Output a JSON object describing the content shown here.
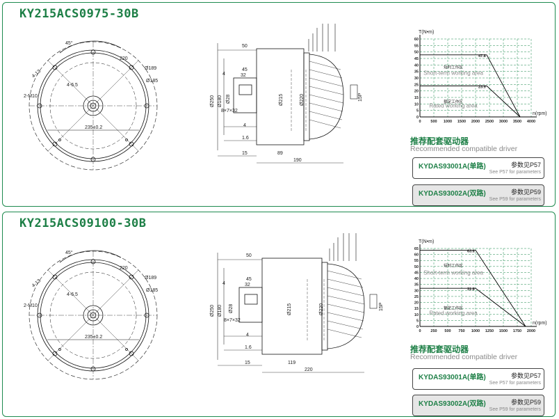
{
  "panels": [
    {
      "model": "KY215ACS0975-30B",
      "front": {
        "angle": "45°",
        "dim220": "220",
        "d189": "Ø189",
        "d185": "Ø185",
        "hole4_13": "4-13",
        "hole4_65": "4-6.5",
        "m10": "2-M10",
        "bolt": "235±0.2"
      },
      "side": {
        "d50": "50",
        "d45": "45",
        "d32": "32",
        "d4a": "4",
        "d4b": "4",
        "d16": "1.6",
        "d15": "15",
        "dlen": "89",
        "dtotal": "190",
        "d250": "Ø250",
        "d180": "Ø180",
        "d28": "Ø28",
        "d215": "Ø215",
        "d220": "Ø220",
        "key": "8×7×32",
        "p15": "15P"
      },
      "chart_data": {
        "type": "line",
        "ylabel": "T(N•m)",
        "xlabel": "n(rpm)",
        "x_ticks": [
          0,
          500,
          1000,
          1500,
          2000,
          2500,
          3000,
          3500,
          4000
        ],
        "y_ticks": [
          0,
          5,
          10,
          15,
          20,
          25,
          30,
          35,
          40,
          45,
          50,
          55,
          60
        ],
        "xlim": [
          0,
          4000
        ],
        "ylim": [
          0,
          60
        ],
        "short_term": [
          [
            0,
            47.8
          ],
          [
            2400,
            47.8
          ],
          [
            3600,
            0
          ]
        ],
        "rated": [
          [
            0,
            23.9
          ],
          [
            2400,
            23.9
          ],
          [
            3600,
            0
          ]
        ],
        "labels": {
          "peak": "47.8",
          "rated": "23.9"
        },
        "zones": {
          "short_cn": "短时工作区",
          "short_en": "Short-term working area",
          "rated_cn": "额定工作区",
          "rated_en": "Rated working area"
        }
      },
      "recommend": {
        "cn": "推荐配套驱动器",
        "en": "Recommended compatible driver"
      },
      "drivers": [
        {
          "name": "KYDAS93001A(单路)",
          "ref": "参数见P57",
          "sub": "See P57 for parameters"
        },
        {
          "name": "KYDAS93002A(双路)",
          "ref": "参数见P59",
          "sub": "See P59 for parameters"
        }
      ]
    },
    {
      "model": "KY215ACS09100-30B",
      "front": {
        "angle": "45°",
        "dim220": "220",
        "d189": "Ø189",
        "d185": "Ø185",
        "hole4_13": "4-13",
        "hole4_65": "4-6.5",
        "m10": "2-M10",
        "bolt": "235±0.2"
      },
      "side": {
        "d50": "50",
        "d45": "45",
        "d32": "32",
        "d4a": "4",
        "d4b": "4",
        "d16": "1.6",
        "d15": "15",
        "dlen": "119",
        "dtotal": "220",
        "d250": "Ø250",
        "d180": "Ø180",
        "d28": "Ø28",
        "d215": "Ø215",
        "d220": "Ø220",
        "key": "8×7×32",
        "p15": "15P"
      },
      "chart_data": {
        "type": "line",
        "ylabel": "T(N•m)",
        "xlabel": "n(rpm)",
        "x_ticks": [
          0,
          250,
          500,
          750,
          1000,
          1250,
          1500,
          1750,
          2000
        ],
        "y_ticks": [
          0,
          5,
          10,
          15,
          20,
          25,
          30,
          35,
          40,
          45,
          50,
          55,
          60,
          65
        ],
        "xlim": [
          0,
          2000
        ],
        "ylim": [
          0,
          65
        ],
        "short_term": [
          [
            0,
            63.6
          ],
          [
            1000,
            63.6
          ],
          [
            1900,
            0
          ]
        ],
        "rated": [
          [
            0,
            31.8
          ],
          [
            1000,
            31.8
          ],
          [
            1900,
            0
          ]
        ],
        "labels": {
          "peak": "63.6",
          "rated": "31.8"
        },
        "zones": {
          "short_cn": "短时工作区",
          "short_en": "Short-term working area",
          "rated_cn": "额定工作区",
          "rated_en": "Rated working area"
        }
      },
      "recommend": {
        "cn": "推荐配套驱动器",
        "en": "Recommended compatible driver"
      },
      "drivers": [
        {
          "name": "KYDAS93001A(单路)",
          "ref": "参数见P57",
          "sub": "See P57 for parameters"
        },
        {
          "name": "KYDAS93002A(双路)",
          "ref": "参数见P59",
          "sub": "See P59 for parameters"
        }
      ]
    }
  ],
  "colors": {
    "brand": "#1d7f46",
    "grid": "#1d8a4e",
    "line": "#000000"
  }
}
